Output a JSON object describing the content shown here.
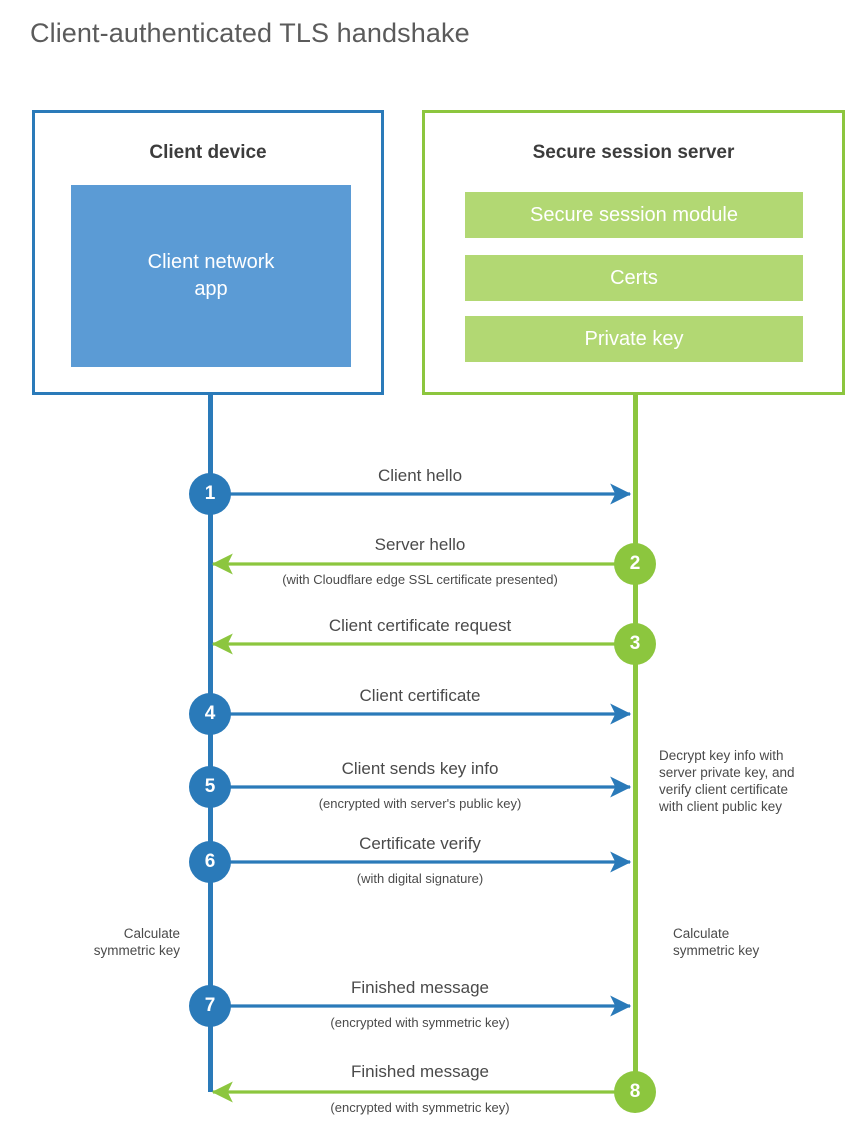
{
  "title": "Client-authenticated TLS handshake",
  "colors": {
    "client_blue": "#2a7ab9",
    "client_app_fill": "#5b9bd5",
    "server_green": "#8cc63e",
    "server_module_fill": "#b2d873",
    "text_gray": "#4a4a4a",
    "title_gray": "#5b5b5b"
  },
  "actors": {
    "client": {
      "title": "Client device",
      "app_label": "Client network\napp",
      "app_label_line1": "Client network",
      "app_label_line2": "app"
    },
    "server": {
      "title": "Secure session server",
      "modules": [
        {
          "label": "Secure session module"
        },
        {
          "label": "Certs"
        },
        {
          "label": "Private key"
        }
      ]
    }
  },
  "steps": [
    {
      "number": "1",
      "label": "Client hello",
      "sublabel": "",
      "direction": "client-to-server",
      "actor": "client"
    },
    {
      "number": "2",
      "label": "Server hello",
      "sublabel": "(with Cloudflare edge SSL certificate presented)",
      "direction": "server-to-client",
      "actor": "server"
    },
    {
      "number": "3",
      "label": "Client certificate request",
      "sublabel": "",
      "direction": "server-to-client",
      "actor": "server"
    },
    {
      "number": "4",
      "label": "Client certificate",
      "sublabel": "",
      "direction": "client-to-server",
      "actor": "client"
    },
    {
      "number": "5",
      "label": "Client sends key info",
      "sublabel": "(encrypted with server's public key)",
      "direction": "client-to-server",
      "actor": "client"
    },
    {
      "number": "6",
      "label": "Certificate verify",
      "sublabel": "(with digital signature)",
      "direction": "client-to-server",
      "actor": "client"
    },
    {
      "number": "7",
      "label": "Finished message",
      "sublabel": "(encrypted with symmetric key)",
      "direction": "client-to-server",
      "actor": "client"
    },
    {
      "number": "8",
      "label": "Finished message",
      "sublabel": "(encrypted with symmetric key)",
      "direction": "server-to-client",
      "actor": "server"
    }
  ],
  "notes": {
    "server_decrypt": {
      "lines": [
        "Decrypt key info with",
        "server private key, and",
        "verify client certificate",
        "with client public key"
      ]
    },
    "client_calculate": {
      "lines": [
        "Calculate",
        "symmetric key"
      ]
    },
    "server_calculate": {
      "lines": [
        "Calculate",
        "symmetric key"
      ]
    }
  }
}
